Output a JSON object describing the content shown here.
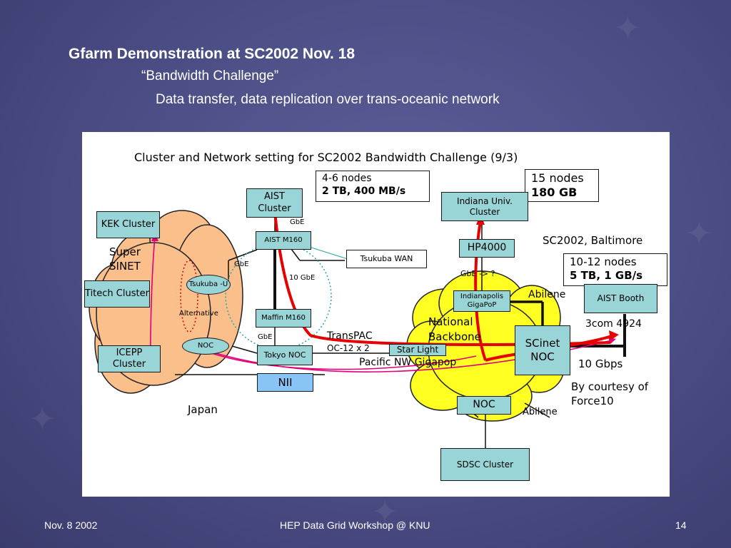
{
  "header": {
    "title": "Gfarm Demonstration at SC2002    Nov. 18",
    "subtitle": "“Bandwidth Challenge”",
    "description": "Data transfer,  data replication over trans-oceanic network"
  },
  "footer": {
    "date": "Nov. 8 2002",
    "event": "HEP Data Grid Workshop @ KNU",
    "page": "14"
  },
  "diagram": {
    "title": "Cluster and Network setting for SC2002 Bandwidth Challenge (9/3)",
    "info_left_line1": "4-6 nodes",
    "info_left_line2": "2 TB, 400 MB/s",
    "info_right_line1": "15 nodes",
    "info_right_line2": "180 GB",
    "info_booth_line1": "10-12 nodes",
    "info_booth_line2": "5 TB, 1 GB/s",
    "nodes": {
      "kek": "KEK Cluster",
      "titech": "Titech Cluster",
      "icepp": "ICEPP Cluster",
      "aist_cluster": "AIST Cluster",
      "aist_m160": "AIST M160",
      "maffin": "Maffin M160",
      "tokyo_noc": "Tokyo NOC",
      "nii": "NII",
      "tsukuba_wan": "Tsukuba WAN",
      "tsukuba_u": "Tsukuba -U",
      "noc_japan": "NOC",
      "indiana_cluster": "Indiana Univ. Cluster",
      "hp4000": "HP4000",
      "indianapolis": "Indianapolis GigaPoP",
      "scinet": "SCinet NOC",
      "star_light": "Star Light",
      "noc_us": "NOC",
      "sdsc": "SDSC Cluster",
      "aist_booth": "AIST Booth"
    },
    "labels": {
      "super_sinet": "Super SINET",
      "national_backbone": "National Backbone",
      "japan": "Japan",
      "sc2002": "SC2002, Baltimore",
      "transpac": "TransPAC",
      "oc12": "OC-12 x 2",
      "pacific_nw": "Pacific NW Gigapop",
      "abilene1": "Abilene",
      "abilene2": "Abilene",
      "com4924": "3com 4924",
      "gbps10": "10 Gbps",
      "courtesy": "By courtesy of Force10",
      "gbe_top": "GbE",
      "gbe_left": "GbE",
      "gbe_10": "10 GbE",
      "gbe_bottom": "GbE",
      "gbe_hp": "GbE  -> ?",
      "alternative": "Alternative"
    }
  },
  "colors": {
    "background": "#4a4c84",
    "box": "#99d4d6",
    "sinet_cloud": "#fbbf8c",
    "backbone_cloud": "#ffff22",
    "red_path": "#e60000",
    "magenta_path": "#e0007a",
    "nii_box": "#88c4f6"
  }
}
